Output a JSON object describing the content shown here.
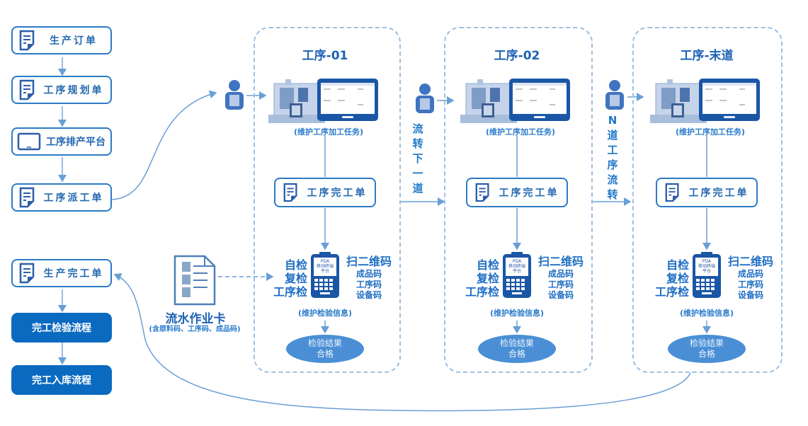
{
  "colors": {
    "primary": "#0a6ac0",
    "border": "#2b7bc6",
    "text": "#2468b0",
    "dashed": "#9cc0e2",
    "ellipse": "#4a8fd6",
    "connector": "#6a9fd6"
  },
  "left_flow": {
    "items": [
      {
        "label": "生产订单",
        "icon": "document-icon"
      },
      {
        "label": "工序规划单",
        "icon": "document-icon"
      },
      {
        "label": "工序排产平台",
        "icon": "tablet-icon"
      },
      {
        "label": "工序派工单",
        "icon": "document-icon"
      }
    ]
  },
  "completion_flow": {
    "order": {
      "label": "生产完工单",
      "icon": "document-icon"
    },
    "steps": [
      {
        "label": "完工检验流程"
      },
      {
        "label": "完工入库流程"
      }
    ]
  },
  "flow_card": {
    "title": "流水作业卡",
    "subtitle": "(含原料码、工序码、成品码)"
  },
  "stages": [
    {
      "title": "工序-01",
      "task_label": "(维护工序加工任务)",
      "done_label": "工序完工单",
      "checks": [
        "自检",
        "复检",
        "工序检"
      ],
      "scan_title": "扫二维码",
      "scan_codes": [
        "成品码",
        "工序码",
        "设备码"
      ],
      "pda_lines": [
        "PDA",
        "移动终端",
        "平台"
      ],
      "info_label": "(维护检验信息)",
      "result_lines": [
        "检验结果",
        "合格"
      ]
    },
    {
      "title": "工序-02",
      "task_label": "(维护工序加工任务)",
      "done_label": "工序完工单",
      "checks": [
        "自检",
        "复检",
        "工序检"
      ],
      "scan_title": "扫二维码",
      "scan_codes": [
        "成品码",
        "工序码",
        "设备码"
      ],
      "pda_lines": [
        "PDA",
        "移动终端",
        "平台"
      ],
      "info_label": "(维护检验信息)",
      "result_lines": [
        "检验结果",
        "合格"
      ]
    },
    {
      "title": "工序-末道",
      "task_label": "(维护工序加工任务)",
      "done_label": "工序完工单",
      "checks": [
        "自检",
        "复检",
        "工序检"
      ],
      "scan_title": "扫二维码",
      "scan_codes": [
        "成品码",
        "工序码",
        "设备码"
      ],
      "pda_lines": [
        "PDA",
        "移动终端",
        "平台"
      ],
      "info_label": "(维护检验信息)",
      "result_lines": [
        "检验结果",
        "合格"
      ]
    }
  ],
  "transitions": [
    {
      "chars": [
        "流",
        "转",
        "下",
        "一",
        "道"
      ]
    },
    {
      "chars": [
        "N",
        "道",
        "工",
        "序",
        "流",
        "转"
      ]
    }
  ]
}
